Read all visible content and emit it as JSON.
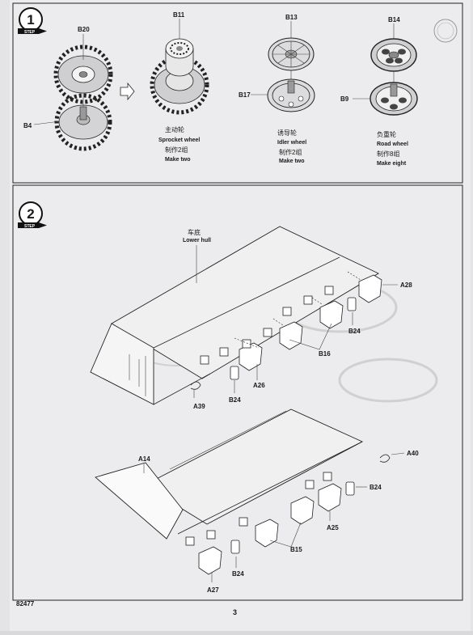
{
  "page_number": "3",
  "kit_number": "82477",
  "step1": {
    "badge_label": "STEP",
    "badge_number": "1",
    "parts": {
      "b20": "B20",
      "b4": "B4",
      "b11": "B11",
      "b13": "B13",
      "b17": "B17",
      "b14": "B14",
      "b9": "B9"
    },
    "sprocket": {
      "cn": "主动轮",
      "en": "Sprocket wheel",
      "qty_cn": "制作2组",
      "qty_en": "Make two"
    },
    "idler": {
      "cn": "诱导轮",
      "en": "Idler wheel",
      "qty_cn": "制作2组",
      "qty_en": "Make two"
    },
    "road": {
      "cn": "负重轮",
      "en": "Road wheel",
      "qty_cn": "制作8组",
      "qty_en": "Make eight"
    }
  },
  "step2": {
    "badge_label": "STEP",
    "badge_number": "2",
    "hull": {
      "cn": "车底",
      "en": "Lower hull"
    },
    "parts": {
      "a28": "A28",
      "b24_a": "B24",
      "b16": "B16",
      "a26": "A26",
      "b24_b": "B24",
      "a39": "A39",
      "a14": "A14",
      "a40": "A40",
      "b24_c": "B24",
      "a25": "A25",
      "b15": "B15",
      "b24_d": "B24",
      "a27": "A27"
    }
  }
}
